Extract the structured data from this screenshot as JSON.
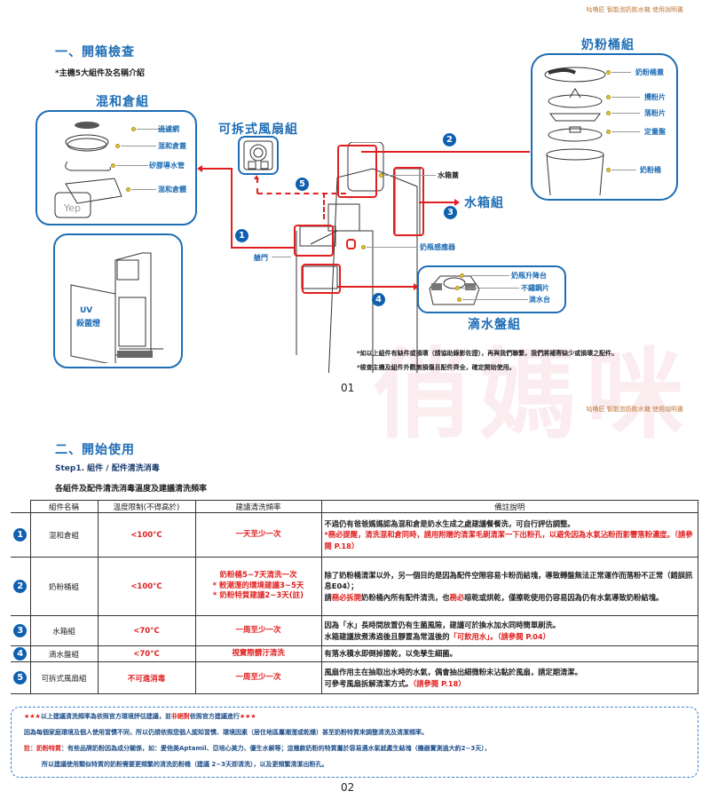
{
  "page1": {
    "header": "咕嚕匠 智能泡奶飲水機 使用說明書",
    "section_title": "一、開箱檢查",
    "subtitle": "*主機5大組件及名稱介紹",
    "groups": {
      "mixer": {
        "title": "混和倉組",
        "parts": [
          "過濾網",
          "混和倉蓋",
          "矽膠導水管",
          "混和倉體"
        ]
      },
      "fan": {
        "title": "可拆式風扇組"
      },
      "powder": {
        "title": "奶粉桶組",
        "parts": [
          "奶粉桶蓋",
          "攪粉片",
          "落粉片",
          "定量盤",
          "奶粉桶"
        ]
      },
      "water": {
        "title": "水箱組",
        "part": "水箱蓋"
      },
      "drip": {
        "title": "滴水盤組",
        "parts": [
          "奶瓶升降台",
          "不鏽鋼片",
          "滴水台"
        ]
      },
      "uv": {
        "line1": "UV",
        "line2": "殺菌燈"
      }
    },
    "machine_labels": {
      "door": "艙門",
      "sensor": "奶瓶感應器"
    },
    "markers": [
      "1",
      "2",
      "3",
      "4",
      "5"
    ],
    "notes": [
      "*如以上組件有缺件或損壞（請協助錄影佐證），再與我們聯繫，我們將補寄缺少或損壞之配件。",
      "*檢查主機及組件外觀無損傷且配件齊全，確定開始使用。"
    ],
    "page_number": "01",
    "watermark": "俏媽咪"
  },
  "page2": {
    "header": "咕嚕匠 智能泡奶飲水機 使用說明書",
    "section_title": "二、開始使用",
    "step": "Step1. 組件 / 配件清洗消毒",
    "table_caption": "各組件及配件清洗消毒溫度及建議清洗頻率",
    "table": {
      "headers": [
        "組件名稱",
        "溫度限制(不得高於)",
        "建議清洗頻率",
        "備註說明"
      ],
      "rows": [
        {
          "num": "1",
          "name": "混和倉組",
          "temp": "<100°C",
          "freq": [
            "一天至少一次"
          ],
          "note": [
            {
              "t": "不過仍有爸爸媽媽認為混和倉是奶水生成之處建議餐餐洗，可自行評估調整。",
              "red": false
            },
            {
              "t": "*務必提醒，清洗混和倉同時，請用附贈的清潔毛刷清潔一下出粉孔，以避免因為水氣沾粉而影響落粉濃度。（請參閱 P.18）",
              "red": true
            }
          ]
        },
        {
          "num": "2",
          "name": "奶粉桶組",
          "temp": "<100°C",
          "freq": [
            "奶粉桶5~7天清洗一次",
            "* 較潮溼的環境建議3~5天",
            "* 奶粉特質建議2~3天(註)"
          ],
          "note_parts": {
            "p1": "除了奶粉桶清潔以外，另一個目的是因為配件空隙容易卡粉而結塊，導致轉盤無法正常運作而落粉不正常（錯誤訊息E04）；",
            "p2a": "請",
            "p2b": "務必拆開",
            "p2c": "奶粉桶內所有配件清洗，也",
            "p2d": "務必",
            "p2e": "晾乾或烘乾，僅擦乾使用仍容易因為仍有水氣導致奶粉結塊。"
          }
        },
        {
          "num": "3",
          "name": "水箱組",
          "temp": "<70°C",
          "freq": [
            "一周至少一次"
          ],
          "note_parts": {
            "p1": "因為「水」長時間放置仍有生菌風險，建議可於換水加水同時簡單刷洗。",
            "p2a": "水箱建議放煮沸過後且靜置為常溫後的",
            "p2b": "「可飲用水」。（請參閱 P.04）"
          }
        },
        {
          "num": "4",
          "name": "滴水盤組",
          "temp": "<70°C",
          "freq": [
            "視實際髒汙清洗"
          ],
          "note_text": "有落水積水即倒掉擦乾，以免孳生細菌。"
        },
        {
          "num": "5",
          "name": "可拆式風扇組",
          "temp": "不可進消毒",
          "freq": [
            "一周至少一次"
          ],
          "note_parts": {
            "p1": "風扇作用主在抽取出水時的水氣，偶會抽出細微粉末沾黏於風扇，請定期清潔。",
            "p2a": "可參考風扇拆解清潔方式。",
            "p2b": "（請參閱 P.18）"
          }
        }
      ]
    },
    "disclaimer": {
      "line1a": "★★★以上建議清洗頻率為依照官方環境評估建議，並",
      "line1b": "非絕對",
      "line1c": "依照官方建議進行★★★",
      "line2": "因為每個家庭環境及個人使用習慣不同，所以仍請依照您個人認知習慣、環境因素（居住地區屬潮溼或乾燥）甚至奶粉特質來調整清洗及清潔頻率。",
      "line3a": "註：奶粉特質",
      "line3b": "：有些品牌奶粉因為成分關係，如：愛他美Aptamil、亞培心美力、優生水解等；這幾款奶粉的特質屬於容易遇水氣就產生結塊（機器實測過大約2~3天），",
      "line4": "所以建議使用類似特質的奶粉需要更頻繁的清洗奶粉桶（建議 2~3天即清洗），以及更頻繁清潔出粉孔。"
    },
    "page_number": "02"
  },
  "colors": {
    "accent_blue": "#1e6db5",
    "marker_red": "#e02020",
    "header_orange": "#c07838"
  }
}
